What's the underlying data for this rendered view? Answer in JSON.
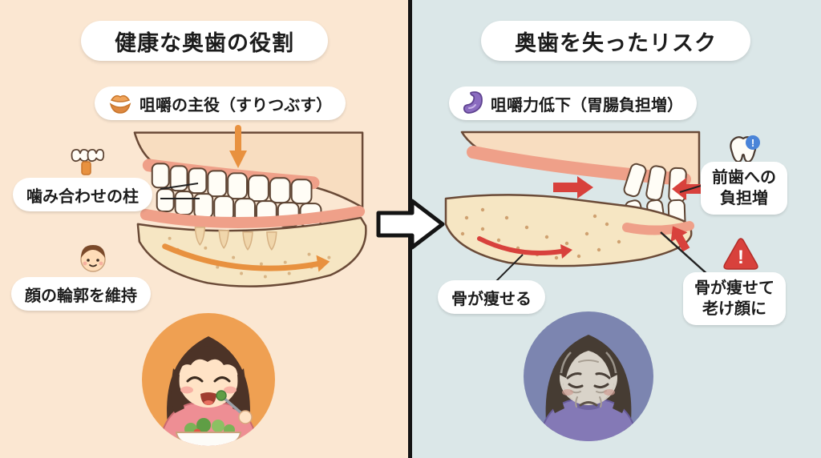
{
  "left": {
    "title": "健康な奥歯の役割",
    "chewing_label": "咀嚼の主役（すりつぶす）",
    "pillar_label": "噛み合わせの柱",
    "contour_label": "顔の輪郭を維持"
  },
  "right": {
    "title": "奥歯を失ったリスク",
    "chewing_decline_label": "咀嚼力低下（胃腸負担増）",
    "front_burden_line1": "前歯への",
    "front_burden_line2": "負担増",
    "bone_loss_label": "骨が痩せる",
    "aged_face_line1": "骨が痩せて",
    "aged_face_line2": "老け顔に"
  },
  "badges": {
    "exclamation": "!"
  },
  "icons": {
    "grinding": "molar-grinding-icon",
    "pillar": "tooth-pillar-icon",
    "face": "woman-face-icon",
    "stomach": "stomach-icon",
    "tooth_alert": "tooth-alert-icon",
    "warning": "warning-triangle-icon",
    "transition": "transition-right-arrow"
  },
  "colors": {
    "left_bg": "#fbe7d2",
    "right_bg": "#dbe7e8",
    "accent_orange": "#e8913f",
    "accent_red": "#d8413c",
    "stomach_purple": "#8b6cc0",
    "badge_blue": "#4a84d8",
    "bone": "#f6e6c3",
    "gum": "#efa089",
    "tooth_white": "#fffdf6",
    "outline_brown": "#5d4433",
    "divider": "#141414"
  }
}
